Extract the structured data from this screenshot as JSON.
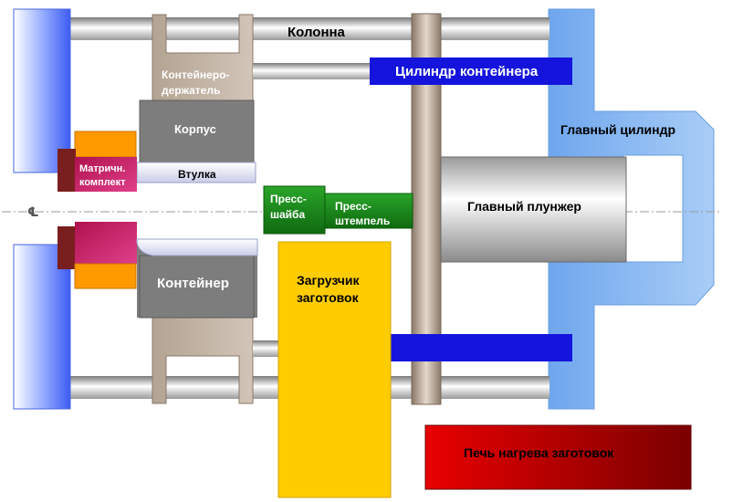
{
  "labels": {
    "column": "Колонна",
    "container_holder_1": "Контейнеро-",
    "container_holder_2": "держатель",
    "container_cylinder": "Цилиндр контейнера",
    "housing": "Корпус",
    "main_cylinder": "Главный цилиндр",
    "die_set_1": "Матричн.",
    "die_set_2": "комплект",
    "sleeve": "Втулка",
    "dummy_block_1": "Пресс-",
    "dummy_block_2": "шайба",
    "stem_1": "Пресс-",
    "stem_2": "штемпель",
    "main_ram": "Главный плунжер",
    "centerline": "℄",
    "container": "Контейнер",
    "billet_loader_1": "Загрузчик",
    "billet_loader_2": "заготовок",
    "furnace": "Печь нагрева заготовок"
  },
  "colors": {
    "platen_blue": "#5a78f0",
    "cylinder_blue": "#1414dc",
    "main_cylinder_blue": "#8ab8f0",
    "gray": "#7a7a7a",
    "tan": "#b8a89a",
    "orange": "#ff9900",
    "magenta": "#c2185b",
    "green": "#1a8a1a",
    "yellow": "#ffcc00",
    "red": "#cc0000"
  }
}
